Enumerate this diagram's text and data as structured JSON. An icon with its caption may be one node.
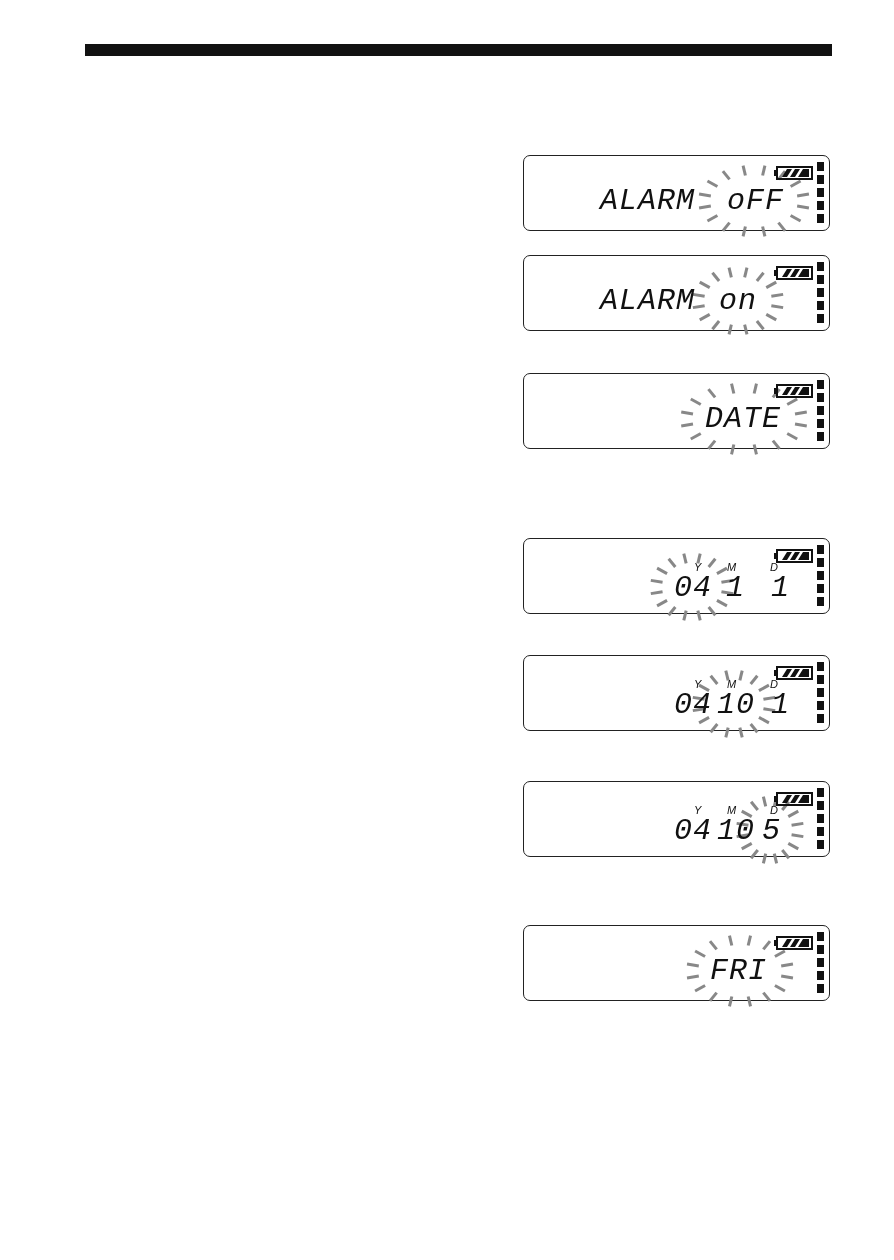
{
  "diagram": {
    "nodes": [
      {
        "text": [
          "ALARM",
          "oFF"
        ]
      },
      {
        "text": [
          "ALARM",
          "on"
        ]
      },
      {
        "text": [
          "DATE"
        ]
      },
      {
        "text": [
          "Y",
          "M",
          "D",
          "04",
          "1",
          "1"
        ]
      },
      {
        "text": [
          "Y",
          "M",
          "D",
          "04",
          "10",
          "1"
        ]
      },
      {
        "text": [
          "Y",
          "M",
          "D",
          "04",
          "10",
          "5"
        ]
      },
      {
        "text": [
          "FRI"
        ]
      }
    ]
  }
}
